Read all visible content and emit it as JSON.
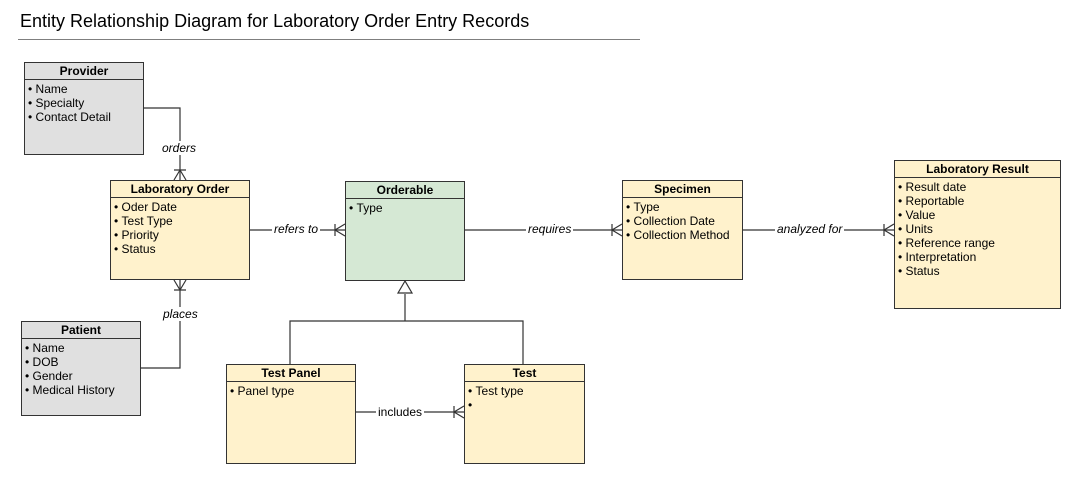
{
  "title": "Entity Relationship Diagram for Laboratory Order Entry Records",
  "entities": {
    "provider": {
      "name": "Provider",
      "attributes": [
        "Name",
        "Specialty",
        "Contact Detail"
      ]
    },
    "lab_order": {
      "name": "Laboratory Order",
      "attributes": [
        "Oder Date",
        "Test Type",
        "Priority",
        "Status"
      ]
    },
    "patient": {
      "name": "Patient",
      "attributes": [
        "Name",
        "DOB",
        "Gender",
        "Medical History"
      ]
    },
    "orderable": {
      "name": "Orderable",
      "attributes": [
        "Type"
      ]
    },
    "specimen": {
      "name": "Specimen",
      "attributes": [
        "Type",
        "Collection Date",
        "Collection Method"
      ]
    },
    "lab_result": {
      "name": "Laboratory Result",
      "attributes": [
        "Result date",
        "Reportable",
        "Value",
        "Units",
        "Reference range",
        "Interpretation",
        "Status"
      ]
    },
    "test_panel": {
      "name": "Test Panel",
      "attributes": [
        "Panel type"
      ]
    },
    "test": {
      "name": "Test",
      "attributes": [
        "Test type",
        ""
      ]
    }
  },
  "relationships": {
    "orders": "orders",
    "places": "places",
    "refers_to": "refers to",
    "requires": "requires",
    "analyzed_for": "analyzed for",
    "includes": "includes"
  },
  "colors": {
    "grey_entity": "#e0e0e0",
    "yellow_entity": "#fff2cc",
    "green_entity": "#d5e8d4",
    "line": "#333333"
  }
}
